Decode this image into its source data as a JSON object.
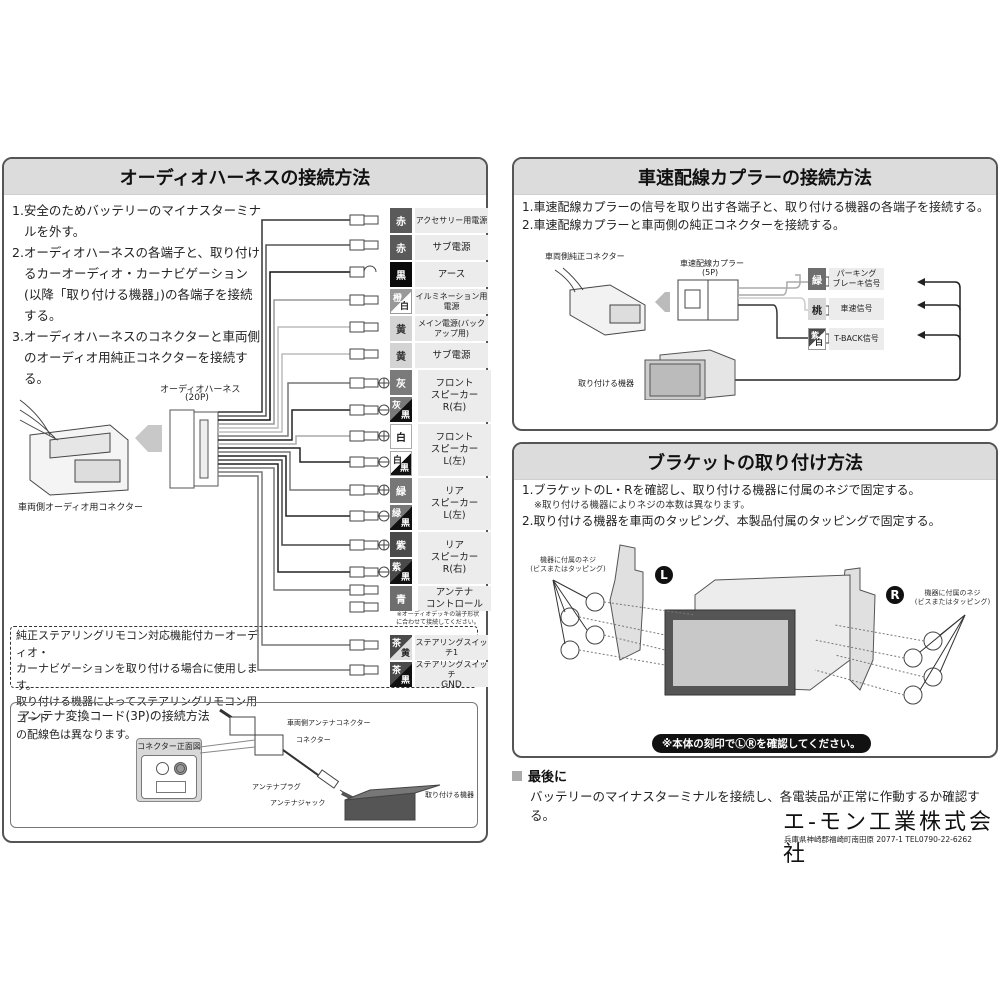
{
  "audio_harness": {
    "title": "オーディオハーネスの接続方法",
    "steps": [
      "1.安全のためバッテリーのマイナスターミナルを外す。",
      "2.オーディオハーネスの各端子と、取り付けるカーオーディオ・カーナビゲーション(以降「取り付ける機器」)の各端子を接続する。",
      "3.オーディオハーネスのコネクターと車両側のオーディオ用純正コネクターを接続する。"
    ],
    "harness_label": "オーディオハーネス",
    "harness_pins": "(20P)",
    "vehicle_connector_label": "車両側オーディオ用コネクター",
    "wires": [
      {
        "color_name": "赤",
        "stripe": "",
        "color": "#5a5a5a",
        "label": "アクセサリー用電源"
      },
      {
        "color_name": "赤",
        "stripe": "",
        "color": "#5a5a5a",
        "label": "サブ電源"
      },
      {
        "color_name": "黒",
        "stripe": "",
        "color": "#0a0a0a",
        "label": "アース"
      },
      {
        "color_name": "橙",
        "stripe": "白",
        "color": "#999999",
        "label": "イルミネーション用電源"
      },
      {
        "color_name": "黄",
        "stripe": "",
        "color": "#d4d4d4",
        "label": "メイン電源(バックアップ用)"
      },
      {
        "color_name": "黄",
        "stripe": "",
        "color": "#d4d4d4",
        "label": "サブ電源"
      },
      {
        "color_name": "灰",
        "stripe": "",
        "color": "#7a7a7a",
        "label": "フロントスピーカーR(右)",
        "polarity": "+"
      },
      {
        "color_name": "灰",
        "stripe": "黒",
        "color": "#7a7a7a",
        "label": "",
        "polarity": "-"
      },
      {
        "color_name": "白",
        "stripe": "",
        "color": "#ffffff",
        "label": "フロントスピーカーL(左)",
        "polarity": "+"
      },
      {
        "color_name": "白",
        "stripe": "黒",
        "color": "#ffffff",
        "label": "",
        "polarity": "-"
      },
      {
        "color_name": "緑",
        "stripe": "",
        "color": "#777777",
        "label": "リアスピーカーL(左)",
        "polarity": "+"
      },
      {
        "color_name": "緑",
        "stripe": "黒",
        "color": "#777777",
        "label": "",
        "polarity": "-"
      },
      {
        "color_name": "紫",
        "stripe": "",
        "color": "#4a4a4a",
        "label": "リアスピーカーR(右)",
        "polarity": "+"
      },
      {
        "color_name": "紫",
        "stripe": "黒",
        "color": "#4a4a4a",
        "label": "",
        "polarity": "-"
      },
      {
        "color_name": "青",
        "stripe": "",
        "color": "#6e6e6e",
        "label": "アンテナコントロール"
      },
      {
        "color_name": "茶",
        "stripe": "黄",
        "color": "#4a4a4a",
        "label": "ステアリングスイッチ1"
      },
      {
        "color_name": "茶",
        "stripe": "黒",
        "color": "#4a4a4a",
        "label": "ステアリングスイッチGND"
      }
    ],
    "speaker_labels": {
      "front_r": [
        "フロント",
        "スピーカー",
        "R(右)"
      ],
      "front_l": [
        "フロント",
        "スピーカー",
        "L(左)"
      ],
      "rear_l": [
        "リア",
        "スピーカー",
        "L(左)"
      ],
      "rear_r": [
        "リア",
        "スピーカー",
        "R(右)"
      ]
    },
    "antenna_label": [
      "アンテナ",
      "コントロール"
    ],
    "antenna_note": [
      "※オーディオデッキの端子形状",
      "に合わせて接続してください。"
    ],
    "steering_note": [
      "純正ステアリングリモコン対応機能付カーオーディオ・",
      "カーナビゲーションを取り付ける場合に使用します。",
      "取り付ける機器によってステアリングリモコン用コード",
      "の配線色は異なります。"
    ],
    "steering_sw1": "ステアリングスイッチ1",
    "steering_gnd": [
      "ステアリングスイッチ",
      "GND"
    ]
  },
  "antenna_cord": {
    "title": "アンテナ変換コード(3P)の接続方法",
    "connector_front_view": "コネクター正面図",
    "labels": {
      "vehicle_antenna_connector": "車両側アンテナコネクター",
      "connector": "コネクター",
      "antenna_plug": "アンテナプラグ",
      "antenna_jack": "アンテナジャック",
      "device": "取り付ける機器"
    }
  },
  "speed_coupler": {
    "title": "車速配線カプラーの接続方法",
    "steps": [
      "1.車速配線カプラーの信号を取り出す各端子と、取り付ける機器の各端子を接続する。",
      "2.車速配線カプラーと車両側の純正コネクターを接続する。"
    ],
    "vehicle_connector": "車両側純正コネクター",
    "coupler_label": "車速配線カプラー",
    "coupler_pins": "(5P)",
    "device": "取り付ける機器",
    "wires": [
      {
        "color_name": "緑",
        "stripe": "",
        "color": "#6e6e6e",
        "label": [
          "パーキング",
          "ブレーキ信号"
        ]
      },
      {
        "color_name": "桃",
        "stripe": "",
        "color": "#d8d8d8",
        "label": [
          "車速信号"
        ]
      },
      {
        "color_name": "紫",
        "stripe": "白",
        "color": "#4a4a4a",
        "label": [
          "T-BACK信号"
        ]
      }
    ]
  },
  "bracket": {
    "title": "ブラケットの取り付け方法",
    "steps": [
      "1.ブラケットのL・Rを確認し、取り付ける機器に付属のネジで固定する。",
      "2.取り付ける機器を車両のタッピング、本製品付属のタッピングで固定する。"
    ],
    "step1_note": "※取り付ける機器によりネジの本数は異なります。",
    "screws_label": [
      "機器に付属のネジ",
      "(ビスまたはタッピング)"
    ],
    "left_mark": "L",
    "right_mark": "R",
    "check_badge": "※本体の刻印でⓁⓇを確認してください。"
  },
  "final": {
    "heading": "最後に",
    "text": "バッテリーのマイナスターミナルを接続し、各電装品が正常に作動するか確認する。"
  },
  "company": {
    "name": "エ-モン工業株式会社",
    "address": "兵庫県神崎郡福崎町南田原 2077-1  TEL0790-22-6262"
  }
}
